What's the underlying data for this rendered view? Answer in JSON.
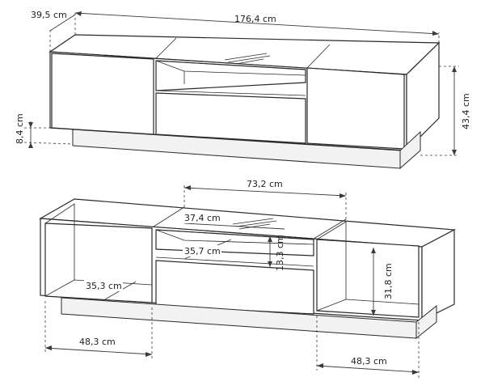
{
  "top_view": {
    "depth": "39,5 cm",
    "width": "176,4 cm",
    "base_height": "8,4 cm",
    "height": "43,4 cm"
  },
  "bottom_view": {
    "niche_width": "73,2 cm",
    "top_niche_width": "37,4 cm",
    "top_niche_depth": "35,7 cm",
    "top_niche_height": "13,3 cm",
    "left_inner_depth": "35,3 cm",
    "right_inner_height": "31,8 cm",
    "left_width": "48,3 cm",
    "right_width": "48,3 cm"
  },
  "colors": {
    "line": "#2a2a2a",
    "dim": "#3a3a3a",
    "base": "#f2f2f2"
  }
}
